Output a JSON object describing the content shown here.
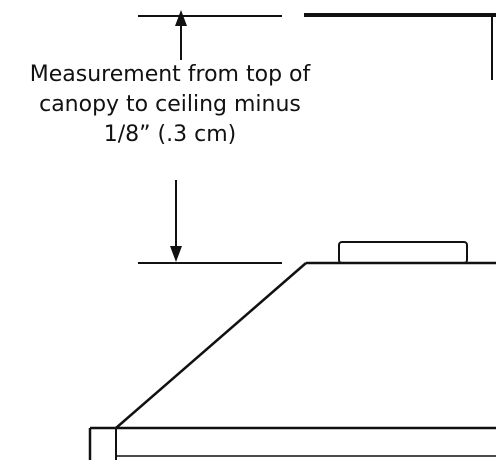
{
  "annotation": {
    "lines": [
      "Measurement from top of",
      "canopy to ceiling minus",
      "1/8” (.3 cm)"
    ]
  },
  "colors": {
    "line": "#111111",
    "background": "#ffffff"
  }
}
